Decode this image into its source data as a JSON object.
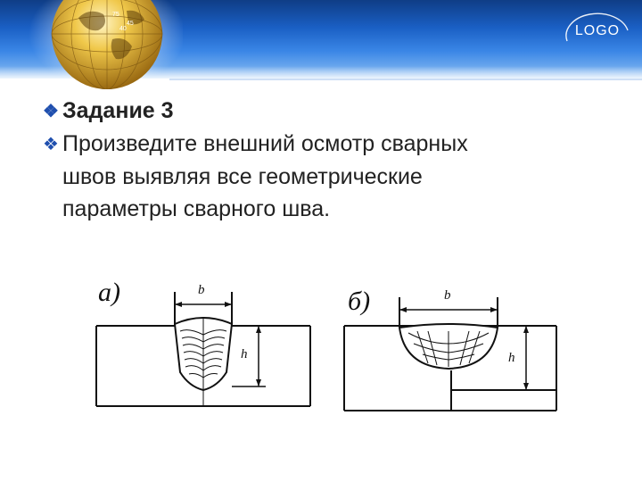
{
  "logo": {
    "text": "LOGO"
  },
  "heading": {
    "bullet": "❖",
    "text": "Задание 3"
  },
  "body": {
    "bullet": "❖",
    "lines": [
      "Произведите внешний  осмотр сварных",
      "швов  выявляя все геометрические",
      "параметры сварного шва."
    ]
  },
  "figures": [
    {
      "label": "а)",
      "width_label": "b",
      "height_label": "h"
    },
    {
      "label": "б)",
      "width_label": "b",
      "height_label": "h"
    }
  ],
  "colors": {
    "header_dark": "#0f3d86",
    "header_light": "#8fc0f3",
    "bullet": "#1f4fae",
    "text": "#222222"
  }
}
